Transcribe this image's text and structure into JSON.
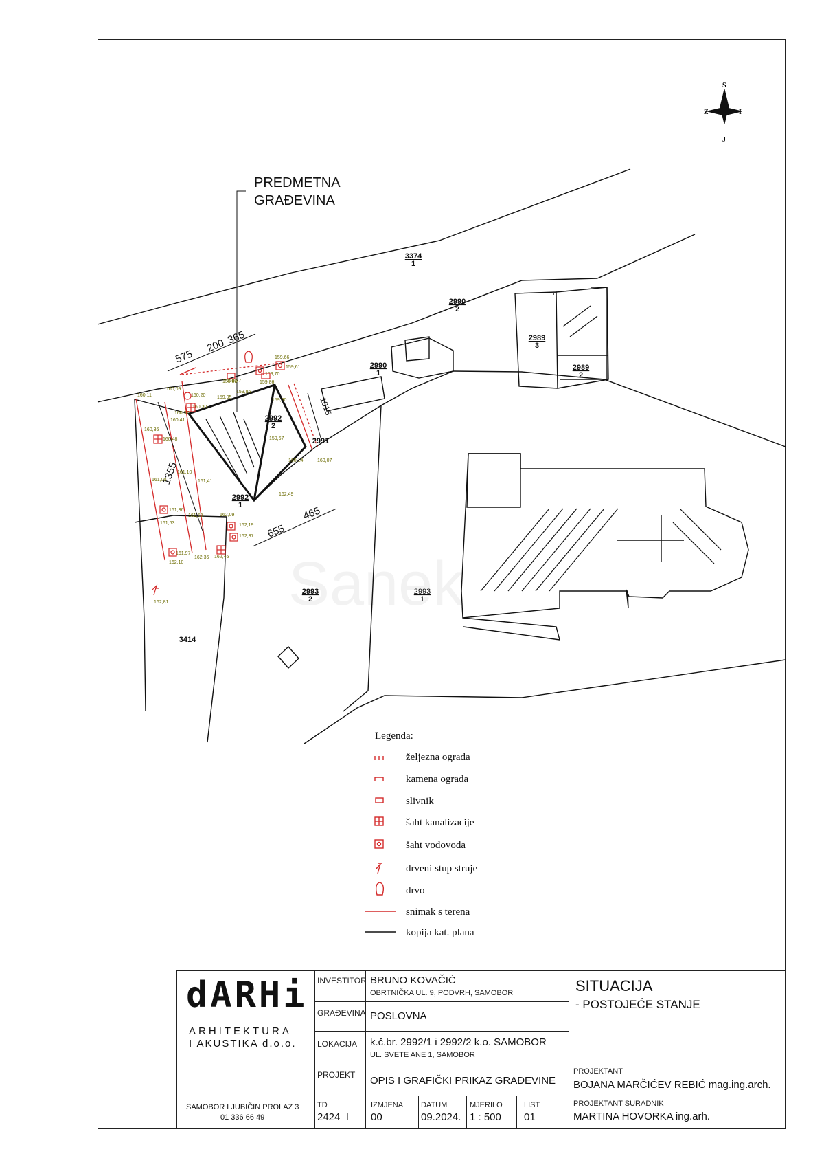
{
  "north": {
    "s": "S",
    "j": "J",
    "z": "Z",
    "i": "I"
  },
  "callout": {
    "line1": "PREDMETNA",
    "line2": "GRAĐEVINA"
  },
  "parcels": {
    "p3374": {
      "num": "3374",
      "sub": "1"
    },
    "p2990_2": {
      "num": "2990",
      "sub": "2"
    },
    "p2990_1": {
      "num": "2990",
      "sub": "1"
    },
    "p2989_3": {
      "num": "2989",
      "sub": "3"
    },
    "p2989_2": {
      "num": "2989",
      "sub": "2"
    },
    "p2992_2": {
      "num": "2992",
      "sub": "2"
    },
    "p2992_1": {
      "num": "2992",
      "sub": "1"
    },
    "p2991": {
      "num": "2991"
    },
    "p2993_2": {
      "num": "2993",
      "sub": "2"
    },
    "p2993_1": {
      "num": "2993",
      "sub": "1"
    },
    "p3414": {
      "num": "3414"
    }
  },
  "dimensions": {
    "d575": "575",
    "d200": "200",
    "d365": "365",
    "d1355": "1355",
    "d655": "655",
    "d465": "465",
    "d1015": "1015"
  },
  "elevations": [
    "160,11",
    "160,09",
    "160,20",
    "160,30",
    "160,37",
    "160,41",
    "160,36",
    "160,48",
    "159,66",
    "159,77",
    "159,80",
    "159,70",
    "159,61",
    "159,95",
    "159,86",
    "159,86",
    "159,60",
    "159,67",
    "160,14",
    "160,07",
    "161,10",
    "161,41",
    "161,00",
    "161,36",
    "161,69",
    "161,63",
    "162,09",
    "162,19",
    "162,37",
    "161,97",
    "162,36",
    "162,46",
    "162,10",
    "162,49",
    "162,81"
  ],
  "legend": {
    "title": "Legenda:",
    "items": [
      {
        "icon": "iron-fence",
        "label": "željezna ograda"
      },
      {
        "icon": "stone-fence",
        "label": "kamena ograda"
      },
      {
        "icon": "gully",
        "label": "slivnik"
      },
      {
        "icon": "sewer-shaft",
        "label": "šaht kanalizacije"
      },
      {
        "icon": "water-shaft",
        "label": "šaht vodovoda"
      },
      {
        "icon": "power-pole",
        "label": "drveni stup struje"
      },
      {
        "icon": "tree",
        "label": "drvo"
      },
      {
        "icon": "field-line",
        "label": "snimak s terena"
      },
      {
        "icon": "cadastre-line",
        "label": "kopija kat. plana"
      }
    ]
  },
  "watermark": "Sanek",
  "title_block": {
    "logo": "dARHi",
    "company_line1": "ARHITEKTURA",
    "company_line2": "I AKUSTIKA d.o.o.",
    "address": "SAMOBOR  LJUBIČIN PROLAZ 3",
    "phone": "01 336 66 49",
    "investitor_label": "INVESTITOR",
    "investitor": "BRUNO KOVAČIĆ",
    "investitor_address": "OBRTNIČKA UL. 9, PODVRH, SAMOBOR",
    "gradevina_label": "GRAĐEVINA",
    "gradevina": "POSLOVNA",
    "lokacija_label": "LOKACIJA",
    "lokacija": "k.č.br. 2992/1 i 2992/2  k.o. SAMOBOR",
    "lokacija_address": "UL. SVETE ANE 1, SAMOBOR",
    "projekt_label": "PROJEKT",
    "projekt": "OPIS I GRAFIČKI PRIKAZ GRAĐEVINE",
    "sheet_title": "SITUACIJA",
    "sheet_subtitle": "- POSTOJEĆE STANJE",
    "projektant_label": "PROJEKTANT",
    "projektant": "BOJANA MARČIĆEV REBIĆ mag.ing.arch.",
    "suradnik_label": "PROJEKTANT SURADNIK",
    "suradnik": "MARTINA HOVORKA ing.arh.",
    "td_label": "TD",
    "td": "2424_I",
    "izmjena_label": "IZMJENA",
    "izmjena": "00",
    "datum_label": "DATUM",
    "datum": "09.2024.",
    "mjerilo_label": "MJERILO",
    "mjerilo": "1 : 500",
    "list_label": "LIST",
    "list": "01"
  },
  "colors": {
    "field": "#d42a2a",
    "line": "#111111",
    "dim_text": "#6b6b00"
  }
}
